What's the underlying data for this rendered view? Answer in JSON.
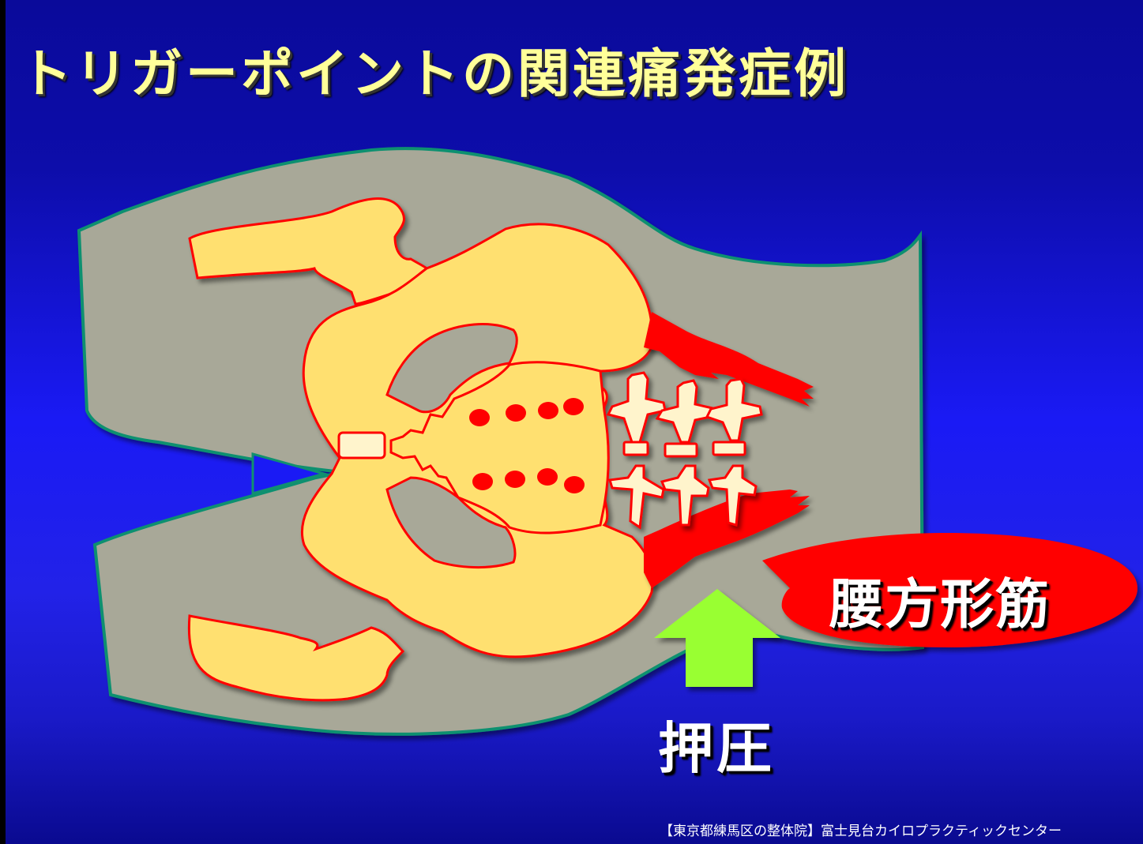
{
  "slide": {
    "title": "トリガーポイントの関連痛発症例",
    "muscle_label": "腰方形筋",
    "pressure_label": "押圧",
    "credit": "【東京都練馬区の整体院】富士見台カイロプラクティックセンター"
  },
  "colors": {
    "background_top": "#0a0a9a",
    "background_mid": "#1a1af5",
    "title": "#ffff99",
    "body_fill": "#a8a898",
    "body_outline": "#109070",
    "bone_fill": "#ffe070",
    "bone_outline": "#ff0000",
    "disc_fill": "#fff4cc",
    "muscle": "#ff0000",
    "arrow": "#99ff33"
  },
  "diagram": {
    "subject": "pelvis-and-lumbar-spine",
    "trigger_points_count": 8,
    "vertebrae_count": 3,
    "arrow_direction": "up"
  }
}
